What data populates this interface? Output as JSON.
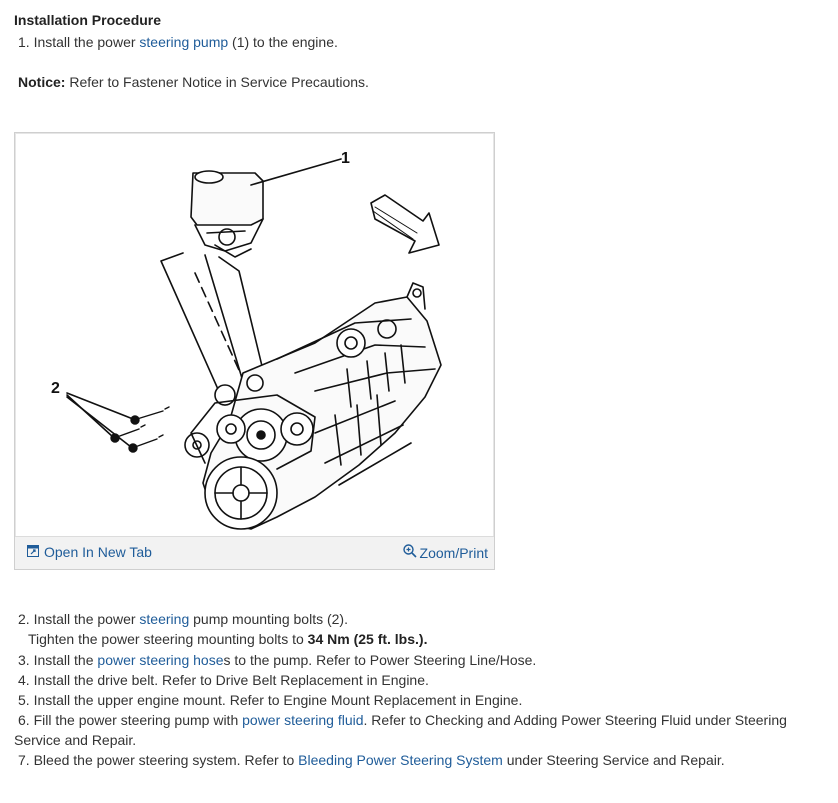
{
  "heading": "Installation Procedure",
  "step1": {
    "num": "1.",
    "pre": "Install the power ",
    "link": "steering pump",
    "post": " (1) to the engine."
  },
  "notice": {
    "label": "Notice:",
    "text": " Refer to Fastener Notice in Service Precautions."
  },
  "figure": {
    "callout_1": "1",
    "callout_2": "2",
    "open_tab": "Open In New Tab",
    "zoom": "Zoom/Print"
  },
  "step2": {
    "num": "2.",
    "pre": "Install the power ",
    "link": "steering",
    "post": " pump mounting bolts (2)."
  },
  "step2b": {
    "pre": "Tighten the power steering mounting bolts to ",
    "bold": "34 Nm (25 ft. lbs.)."
  },
  "step3": {
    "num": "3.",
    "pre": "Install the ",
    "link": "power steering hose",
    "post": "s to the pump. Refer to Power Steering Line/Hose."
  },
  "step4": {
    "num": "4.",
    "text": "Install the drive belt. Refer to Drive Belt Replacement in Engine."
  },
  "step5": {
    "num": "5.",
    "text": "Install the upper engine mount. Refer to Engine Mount Replacement in Engine."
  },
  "step6": {
    "num": "6.",
    "pre": "Fill the power steering pump with ",
    "link": "power steering fluid",
    "post": ". Refer to Checking and Adding Power Steering Fluid under Steering",
    "cont": "Service and Repair."
  },
  "step7": {
    "num": "7.",
    "pre": "Bleed the power steering system. Refer to ",
    "link": "Bleeding Power Steering System",
    "post": " under Steering Service and Repair."
  },
  "colors": {
    "link": "#1f5c99",
    "text": "#333333"
  }
}
